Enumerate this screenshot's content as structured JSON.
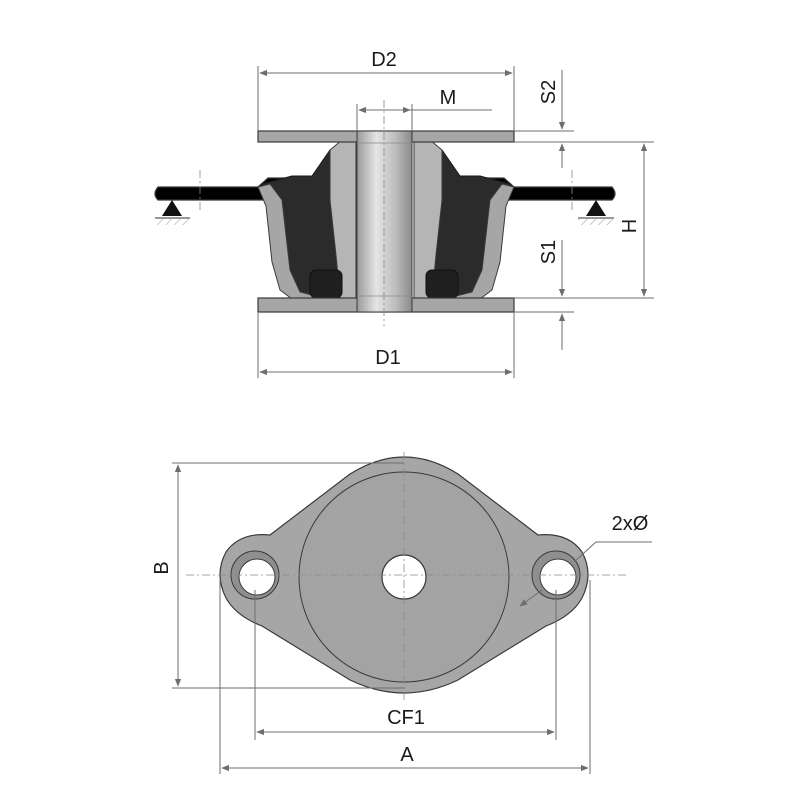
{
  "colors": {
    "metal": "#a6a6a6",
    "metal_light": "#cfcfcf",
    "metal_dark": "#8c8c8c",
    "rubber": "#2b2b2b",
    "dimension_line": "#6e6e6e",
    "background": "#ffffff"
  },
  "labels": {
    "d2": "D2",
    "m": "M",
    "s2": "S2",
    "h": "H",
    "s1": "S1",
    "d1": "D1",
    "b": "B",
    "hole_spec": "2xØ",
    "cf1": "CF1",
    "a": "A"
  },
  "icons": {
    "support_left": "fixed-support-triangle-icon",
    "support_right": "fixed-support-triangle-icon"
  }
}
